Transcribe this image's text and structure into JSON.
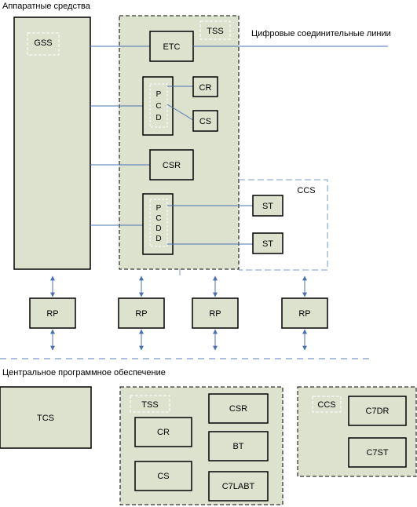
{
  "labels": {
    "hardware": "Аппаратные средства",
    "digital_lines": "Цифровые соединительные линии",
    "central_software": "Центральное программное обеспечение",
    "gss": "GSS",
    "tss_top": "TSS",
    "etc": "ETC",
    "pcd1": [
      "P",
      "C",
      "D"
    ],
    "cr_top": "CR",
    "cs_top": "CS",
    "csr_top": "CSR",
    "pcdd": [
      "P",
      "C",
      "D",
      "D"
    ],
    "ccs_top": "CCS",
    "st1": "ST",
    "st2": "ST",
    "rp1": "RP",
    "rp2": "RP",
    "rp3": "RP",
    "rp4": "RP",
    "tcs": "TCS",
    "tss_bottom": "TSS",
    "cr_bottom": "CR",
    "cs_bottom": "CS",
    "csr_bottom": "CSR",
    "bt": "BT",
    "c7labt": "C7LABT",
    "ccs_bottom": "CCS",
    "c7dr": "C7DR",
    "c7st": "C7ST"
  },
  "colors": {
    "box_fill": "#dde2cf",
    "line": "#4a72b0",
    "arrow": "#4a72b0",
    "dash_white": "#ffffff",
    "ccs_dash": "#7f9ccf",
    "separator": "#5a7fb8"
  }
}
